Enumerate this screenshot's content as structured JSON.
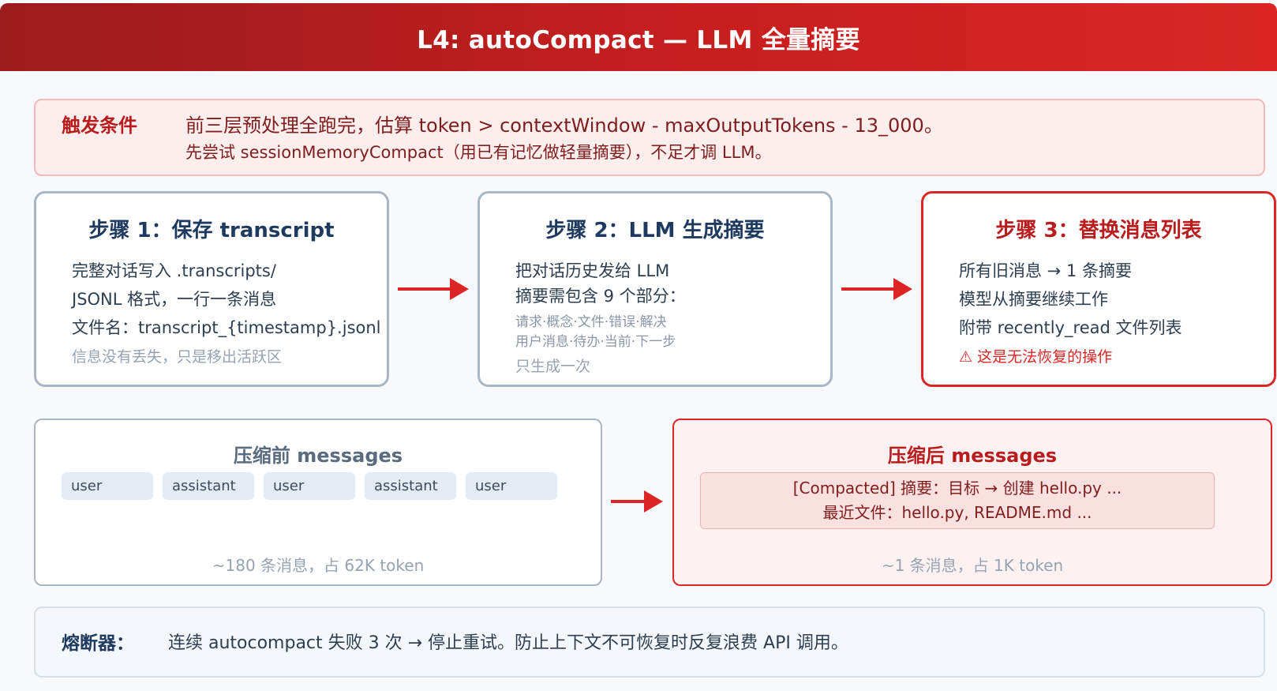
{
  "title": "L4: autoCompact — LLM 全量摘要",
  "trigger": {
    "label": "触发条件",
    "line1": "前三层预处理全跑完，估算 token > contextWindow - maxOutputTokens - 13_000。",
    "line2": "先尝试 sessionMemoryCompact（用已有记忆做轻量摘要），不足才调 LLM。"
  },
  "steps": [
    {
      "title": "步骤 1：保存 transcript",
      "lines": [
        "完整对话写入 .transcripts/",
        "JSONL 格式，一行一条消息",
        "文件名：transcript_{timestamp}.jsonl"
      ],
      "note": "信息没有丢失，只是移出活跃区"
    },
    {
      "title": "步骤 2：LLM 生成摘要",
      "lines": [
        "把对话历史发给 LLM",
        "摘要需包含 9 个部分："
      ],
      "sub": [
        "请求·概念·文件·错误·解决",
        "用户消息·待办·当前·下一步"
      ],
      "note": "只生成一次"
    },
    {
      "title": "步骤 3：替换消息列表",
      "lines": [
        "所有旧消息 → 1 条摘要",
        "模型从摘要继续工作",
        "附带 recently_read 文件列表"
      ],
      "note": "⚠ 这是无法恢复的操作"
    }
  ],
  "before": {
    "title": "压缩前 messages",
    "chips": [
      "user",
      "assistant",
      "user",
      "assistant",
      "user"
    ],
    "footer": "~180 条消息，占 62K token"
  },
  "after": {
    "title": "压缩后 messages",
    "summary_line1": "[Compacted] 摘要：目标 → 创建 hello.py ...",
    "summary_line2": "最近文件：hello.py, README.md ...",
    "footer": "~1 条消息，占 1K token"
  },
  "breaker": {
    "label": "熔断器：",
    "text": "连续 autocompact 失败 3 次 → 停止重试。防止上下文不可恢复时反复浪费 API 调用。"
  },
  "colors": {
    "accent": "#dc2626",
    "header_dark": "#9b1c1c",
    "navy": "#1e3a5f"
  }
}
